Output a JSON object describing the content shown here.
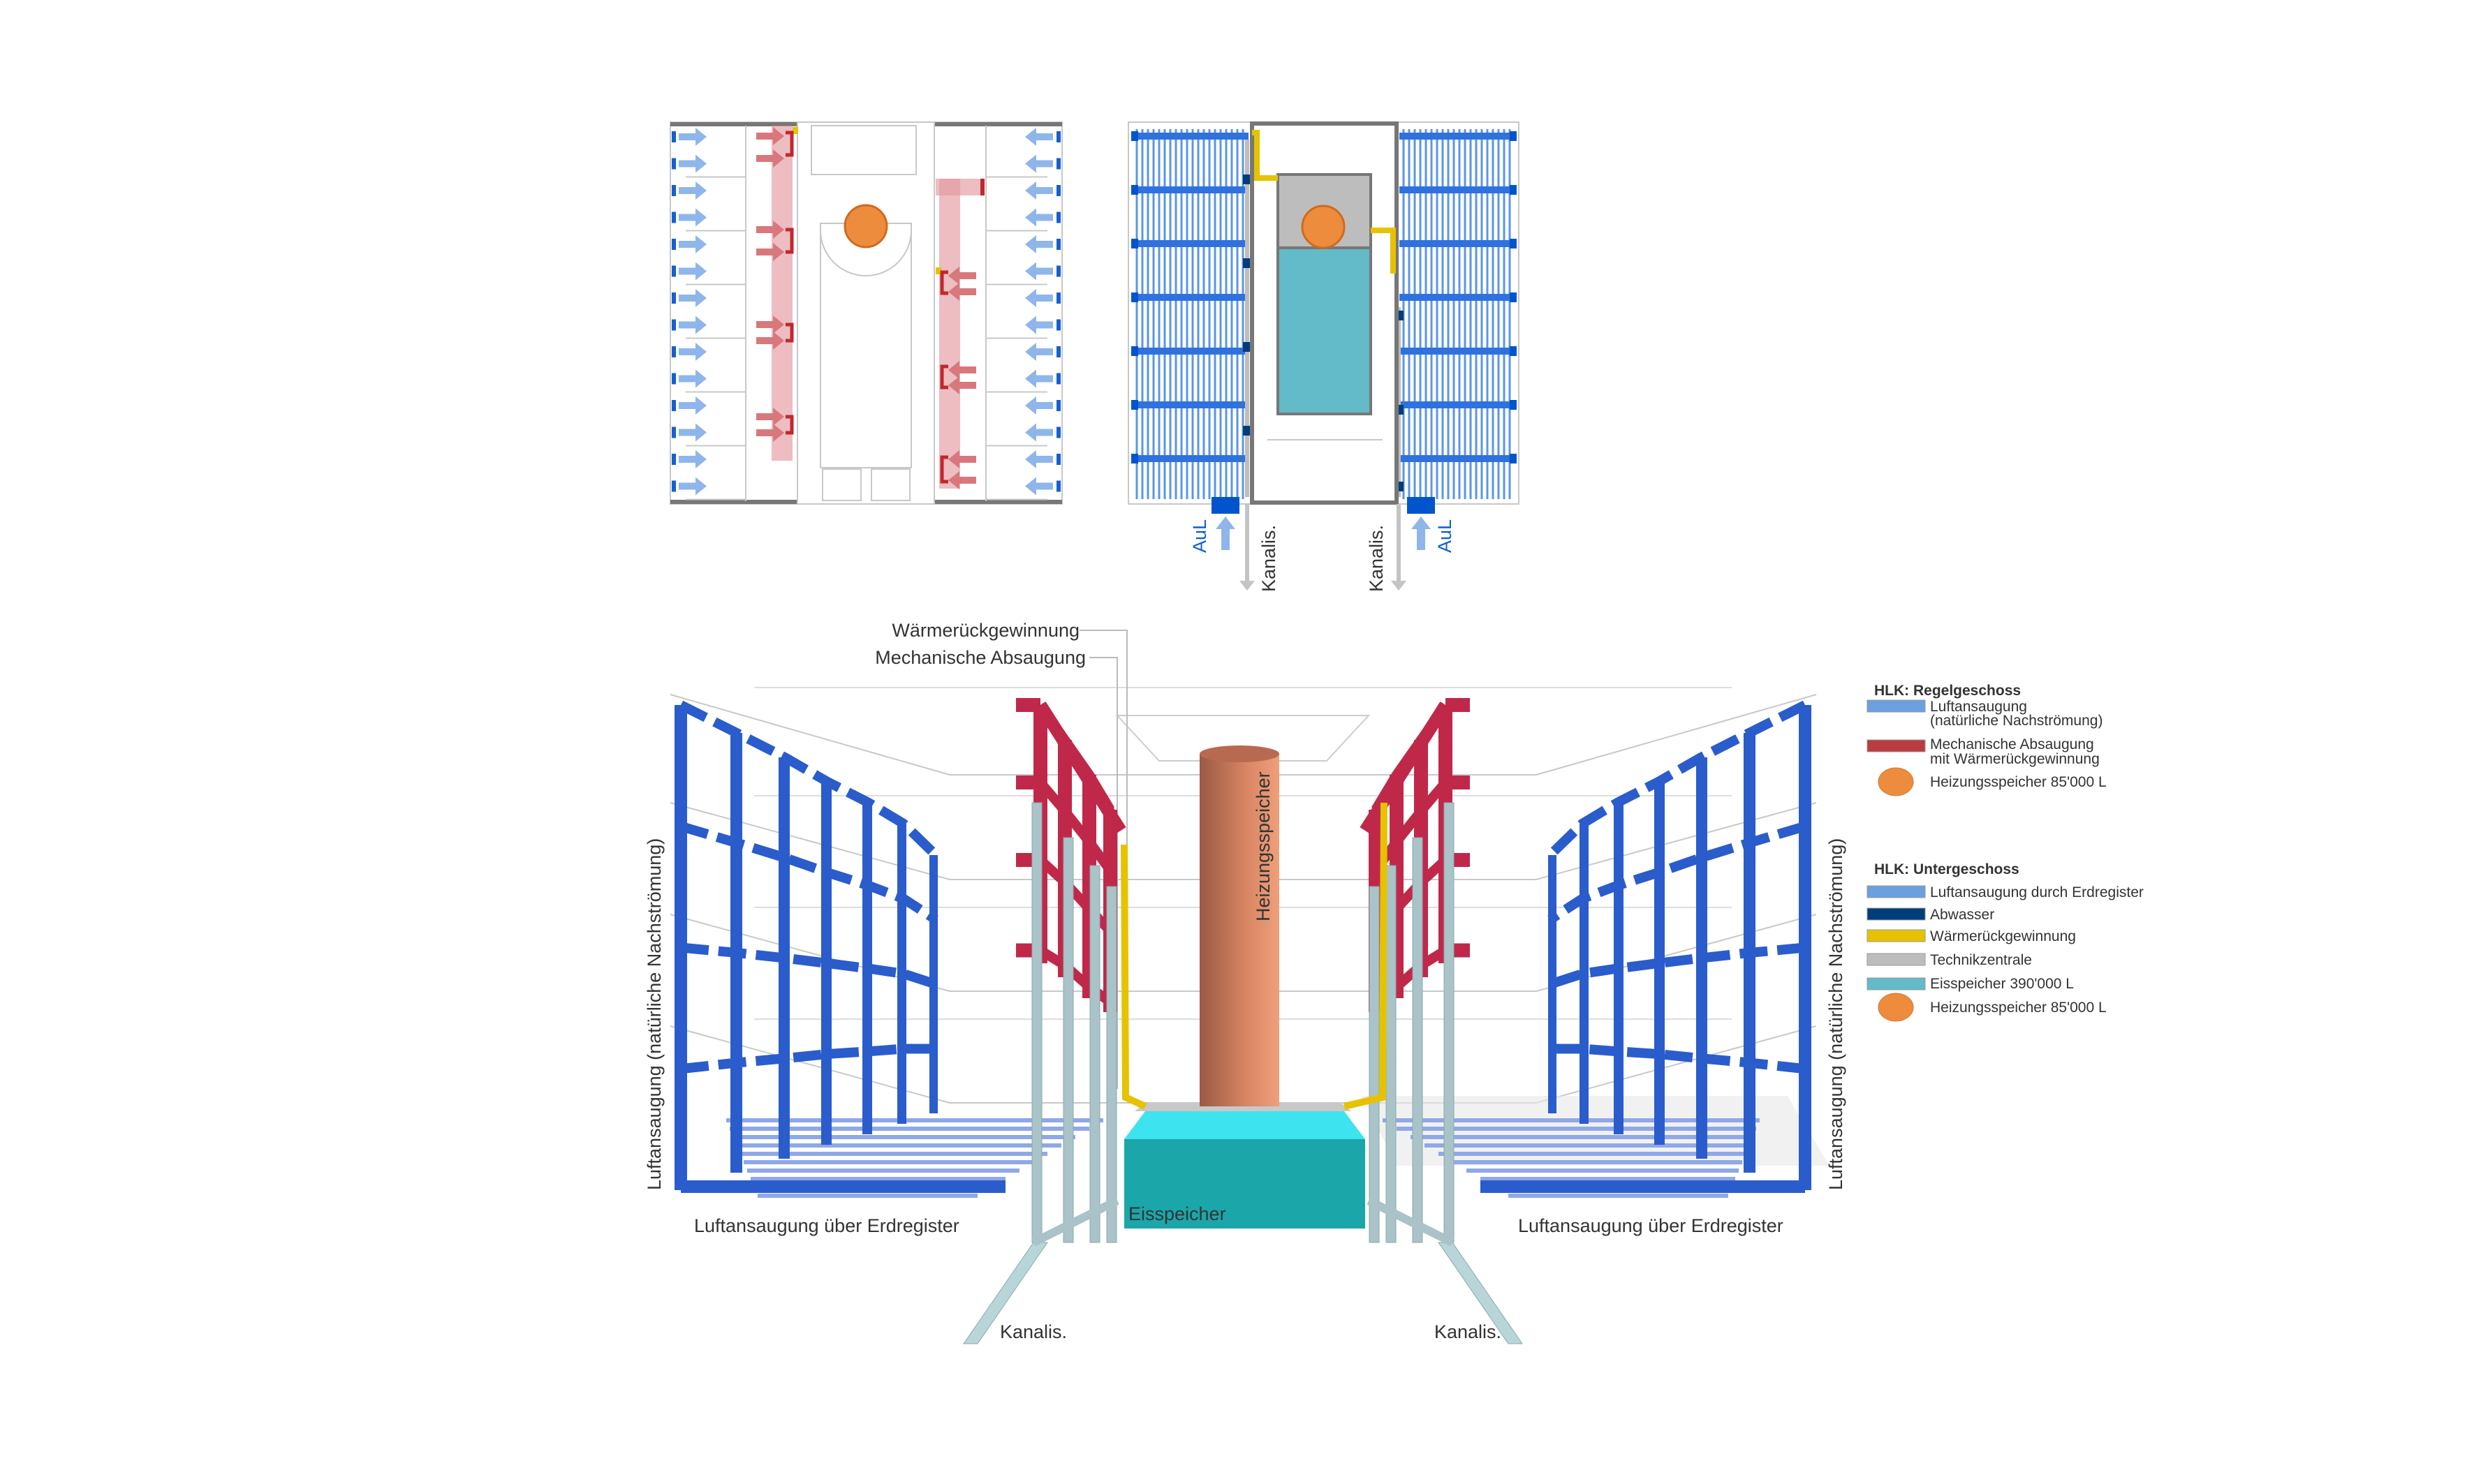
{
  "colors": {
    "air_intake": "#2a5ccc",
    "air_intake_light": "#6fa0e0",
    "mech_exhaust": "#c0284a",
    "mech_exhaust_plan": "#e49aa0",
    "heat_recovery": "#e6c200",
    "wastewater": "#003d7a",
    "technical_center": "#bdbdbd",
    "ice_storage": "#63bac9",
    "heating_storage": "#ec8c3c",
    "sewer": "#a9c3c8"
  },
  "plans": {
    "basement": {
      "aul_left": "AuL",
      "kanalis_left": "Kanalis.",
      "kanalis_right": "Kanalis.",
      "aul_right": "AuL"
    }
  },
  "axo": {
    "heat_recovery_label": "Wärmerückgewinnung",
    "mech_exhaust_label": "Mechanische Absaugung",
    "air_intake_left": "Luftansaugung (natürliche Nachströmung)",
    "air_intake_right": "Luftansaugung (natürliche Nachströmung)",
    "ground_register_left": "Luftansaugung über Erdregister",
    "ground_register_right": "Luftansaugung über Erdregister",
    "heating_storage": "Heizungsspeicher",
    "ice_storage": "Eisspeicher",
    "sewer_left": "Kanalis.",
    "sewer_right": "Kanalis."
  },
  "legend": {
    "regular_floor": {
      "title": "HLK: Regelgeschoss",
      "items": [
        {
          "line1": "Luftansaugung",
          "line2": "(natürliche Nachströmung)"
        },
        {
          "line1": "Mechanische Absaugung",
          "line2": "mit Wärmerückgewinnung"
        },
        {
          "line1": "Heizungsspeicher 85'000 L"
        }
      ]
    },
    "basement": {
      "title": "HLK: Untergeschoss",
      "items": [
        {
          "label": "Luftansaugung durch Erdregister"
        },
        {
          "label": "Abwasser"
        },
        {
          "label": "Wärmerückgewinnung"
        },
        {
          "label": "Technikzentrale"
        },
        {
          "label": "Eisspeicher 390'000 L"
        },
        {
          "label": "Heizungsspeicher 85'000 L"
        }
      ]
    }
  }
}
